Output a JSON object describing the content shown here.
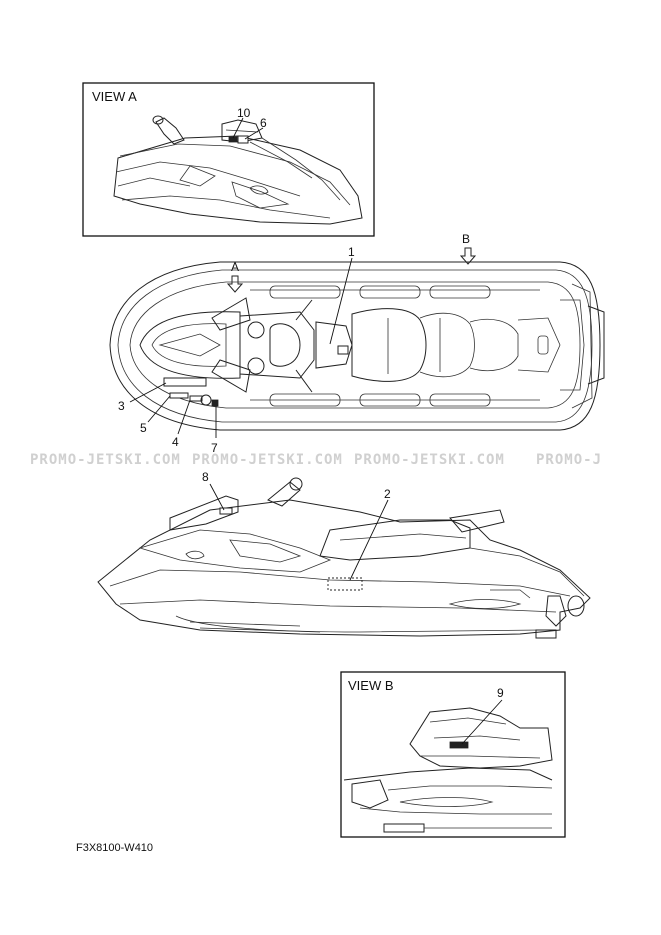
{
  "views": {
    "view_a": "VIEW A",
    "view_b": "VIEW B"
  },
  "arrows": {
    "a": "A",
    "b": "B"
  },
  "callouts": [
    "1",
    "2",
    "3",
    "4",
    "5",
    "6",
    "7",
    "8",
    "9",
    "10"
  ],
  "watermark": [
    "PROMO-JETSKI.COM",
    "PROMO-JETSKI.COM",
    "PROMO-JETSKI.COM",
    "PROMO-J"
  ],
  "diagram_code": "F3X8100-W410"
}
